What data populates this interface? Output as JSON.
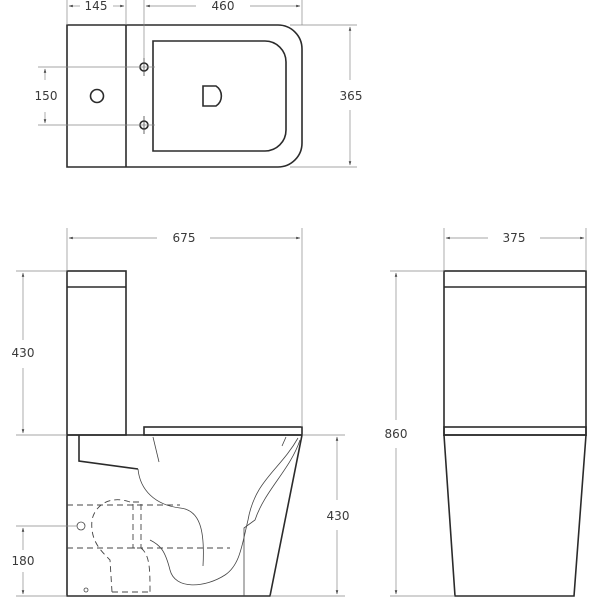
{
  "diagram": {
    "type": "technical-drawing",
    "subject": "close-coupled floor toilet",
    "units": "mm"
  },
  "top_view": {
    "dims": {
      "cistern_depth": "145",
      "bowl_length": "460",
      "mounting_hole_spacing": "150",
      "width": "365"
    }
  },
  "side_view": {
    "dims": {
      "total_length": "675",
      "cistern_height": "430",
      "bowl_height": "430",
      "outlet_height": "180"
    }
  },
  "front_view": {
    "dims": {
      "width": "375",
      "total_height": "860"
    }
  }
}
